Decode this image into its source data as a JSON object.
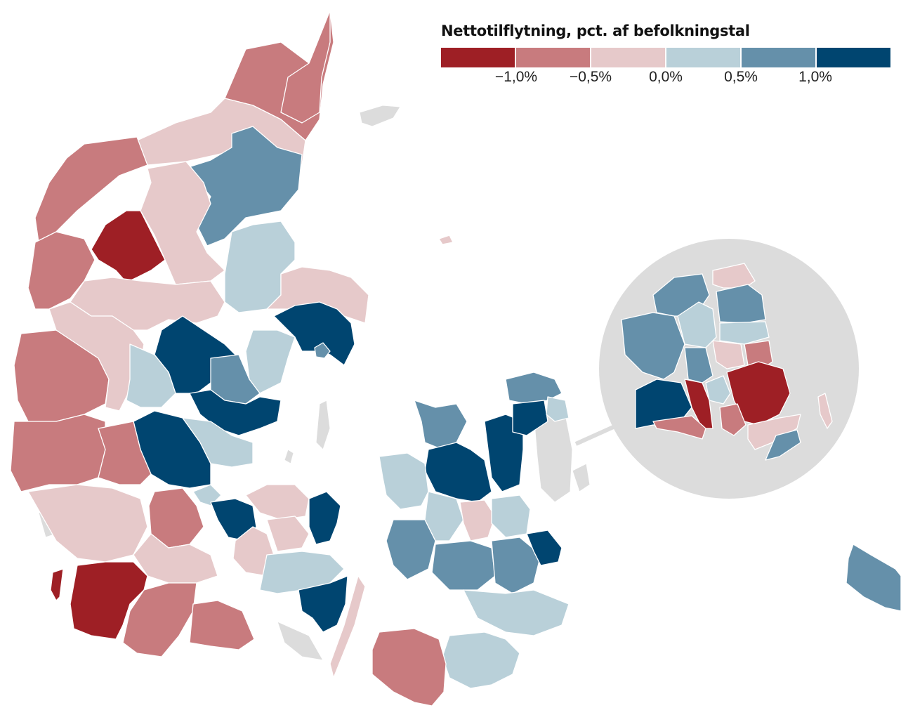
{
  "legend": {
    "title": "Nettotilflytning, pct. af befolkningstal",
    "colors": [
      "#9e1f25",
      "#c87b7e",
      "#e6c9ca",
      "#b9d0d9",
      "#6590aa",
      "#004570"
    ],
    "ticks": [
      "−1,0%",
      "−0,5%",
      "0,0%",
      "0,5%",
      "1,0%"
    ]
  },
  "colors": {
    "no_data": "#dcdcdc",
    "background": "#ffffff",
    "border": "#ffffff"
  }
}
